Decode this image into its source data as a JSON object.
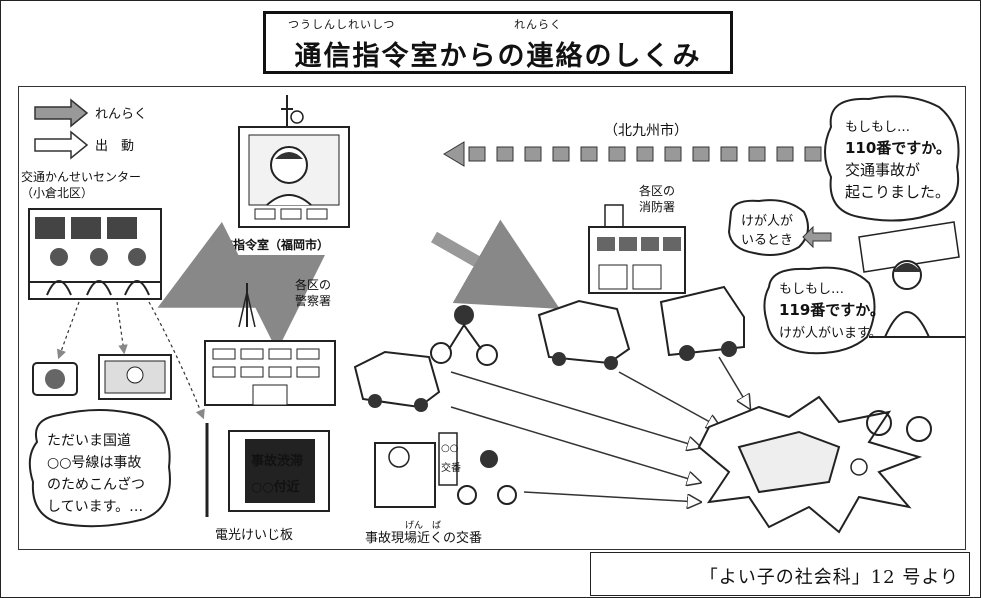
{
  "title": {
    "main": "通信指令室からの連絡のしくみ",
    "ruby_1": "つうしんしれいしつ",
    "ruby_2": "れんらく"
  },
  "legend": {
    "contact": "れんらく",
    "dispatch": "出　動"
  },
  "nodes": {
    "traffic_center_1": "交通かんせいセンター",
    "traffic_center_2": "（小倉北区）",
    "command_room": "通信指令室（福岡市）",
    "kitakyushu": "（北九州市）",
    "fire_dept_1": "各区の",
    "fire_dept_2": "消防署",
    "police_1": "各区の",
    "police_2": "警察署",
    "sign_board": "電光けいじ板",
    "koban": "事故現場近くの交番",
    "koban_ruby": "げん　ば"
  },
  "bubbles": {
    "call110": [
      "もしもし…",
      "110番ですか。",
      "交通事故が",
      "起こりました。"
    ],
    "injured": [
      "けが人が",
      "いるとき"
    ],
    "call119": [
      "もしもし…",
      "119番ですか。",
      "けが人がいます。"
    ],
    "radio_news": [
      "ただいま国道",
      "○○号線は事故",
      "のためこんざつ",
      "しています。…"
    ]
  },
  "sign_text": [
    "事故渋滞",
    "○○付近"
  ],
  "koban_sign": [
    "○○",
    "交番"
  ],
  "credit": "「よい子の社会科」12 号より"
}
